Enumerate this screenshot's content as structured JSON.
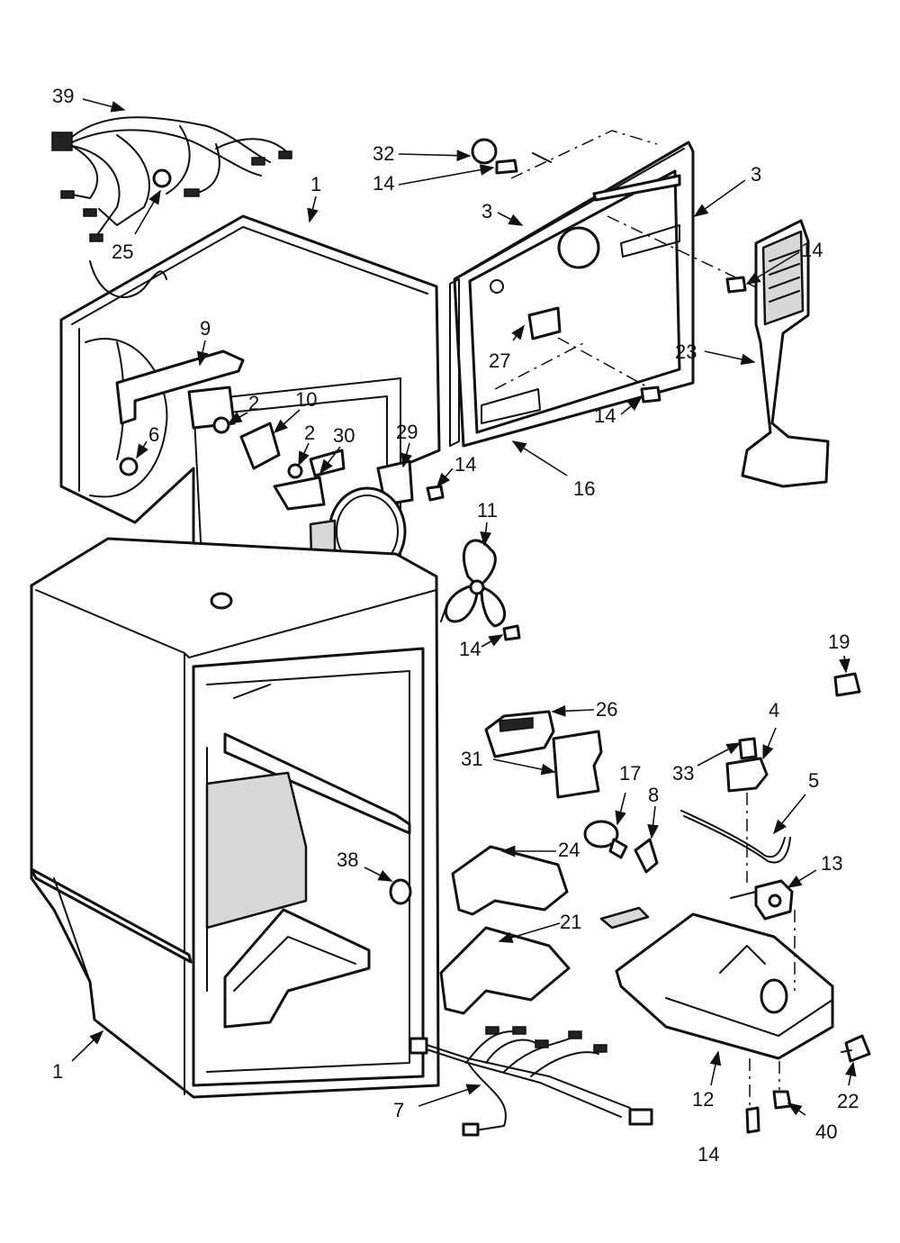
{
  "callouts": [
    {
      "id": "c39",
      "text": "39"
    },
    {
      "id": "c25",
      "text": "25"
    },
    {
      "id": "c1a",
      "text": "1"
    },
    {
      "id": "c9",
      "text": "9"
    },
    {
      "id": "c6",
      "text": "6"
    },
    {
      "id": "c2a",
      "text": "2"
    },
    {
      "id": "c10",
      "text": "10"
    },
    {
      "id": "c2b",
      "text": "2"
    },
    {
      "id": "c30",
      "text": "30"
    },
    {
      "id": "c29",
      "text": "29"
    },
    {
      "id": "c14a",
      "text": "14"
    },
    {
      "id": "c11",
      "text": "11"
    },
    {
      "id": "c14b",
      "text": "14"
    },
    {
      "id": "c32",
      "text": "32"
    },
    {
      "id": "c14c",
      "text": "14"
    },
    {
      "id": "c3a",
      "text": "3"
    },
    {
      "id": "c3b",
      "text": "3"
    },
    {
      "id": "c14d",
      "text": "14"
    },
    {
      "id": "c27",
      "text": "27"
    },
    {
      "id": "c23",
      "text": "23"
    },
    {
      "id": "c14e",
      "text": "14"
    },
    {
      "id": "c16",
      "text": "16"
    },
    {
      "id": "c19",
      "text": "19"
    },
    {
      "id": "c26",
      "text": "26"
    },
    {
      "id": "c31",
      "text": "31"
    },
    {
      "id": "c4",
      "text": "4"
    },
    {
      "id": "c33",
      "text": "33"
    },
    {
      "id": "c17",
      "text": "17"
    },
    {
      "id": "c8",
      "text": "8"
    },
    {
      "id": "c5",
      "text": "5"
    },
    {
      "id": "c24",
      "text": "24"
    },
    {
      "id": "c38",
      "text": "38"
    },
    {
      "id": "c13",
      "text": "13"
    },
    {
      "id": "c21",
      "text": "21"
    },
    {
      "id": "c1b",
      "text": "1"
    },
    {
      "id": "c7",
      "text": "7"
    },
    {
      "id": "c12",
      "text": "12"
    },
    {
      "id": "c22",
      "text": "22"
    },
    {
      "id": "c14f",
      "text": "14"
    },
    {
      "id": "c40",
      "text": "40"
    }
  ]
}
